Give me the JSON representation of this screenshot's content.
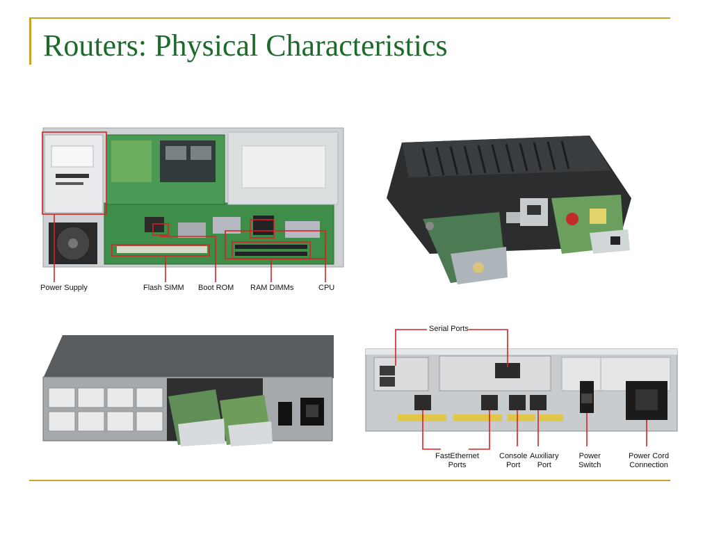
{
  "slide": {
    "title": "Routers: Physical Characteristics",
    "accent_color": "#c9a226",
    "title_color": "#1c6b2b"
  },
  "board_photo": {
    "labels": {
      "power_supply": "Power Supply",
      "flash_simm": "Flash SIMM",
      "boot_rom": "Boot ROM",
      "ram_dimms": "RAM DIMMs",
      "cpu": "CPU"
    },
    "callout_color": "#d92121"
  },
  "rear_panel_photo": {
    "labels": {
      "serial_ports": "Serial Ports",
      "fastethernet_ports_1": "FastEthernet",
      "fastethernet_ports_2": "Ports",
      "console_port_1": "Console",
      "console_port_2": "Port",
      "auxiliary_port_1": "Auxiliary",
      "auxiliary_port_2": "Port",
      "power_switch_1": "Power",
      "power_switch_2": "Switch",
      "power_cord_1": "Power Cord",
      "power_cord_2": "Connection"
    }
  }
}
